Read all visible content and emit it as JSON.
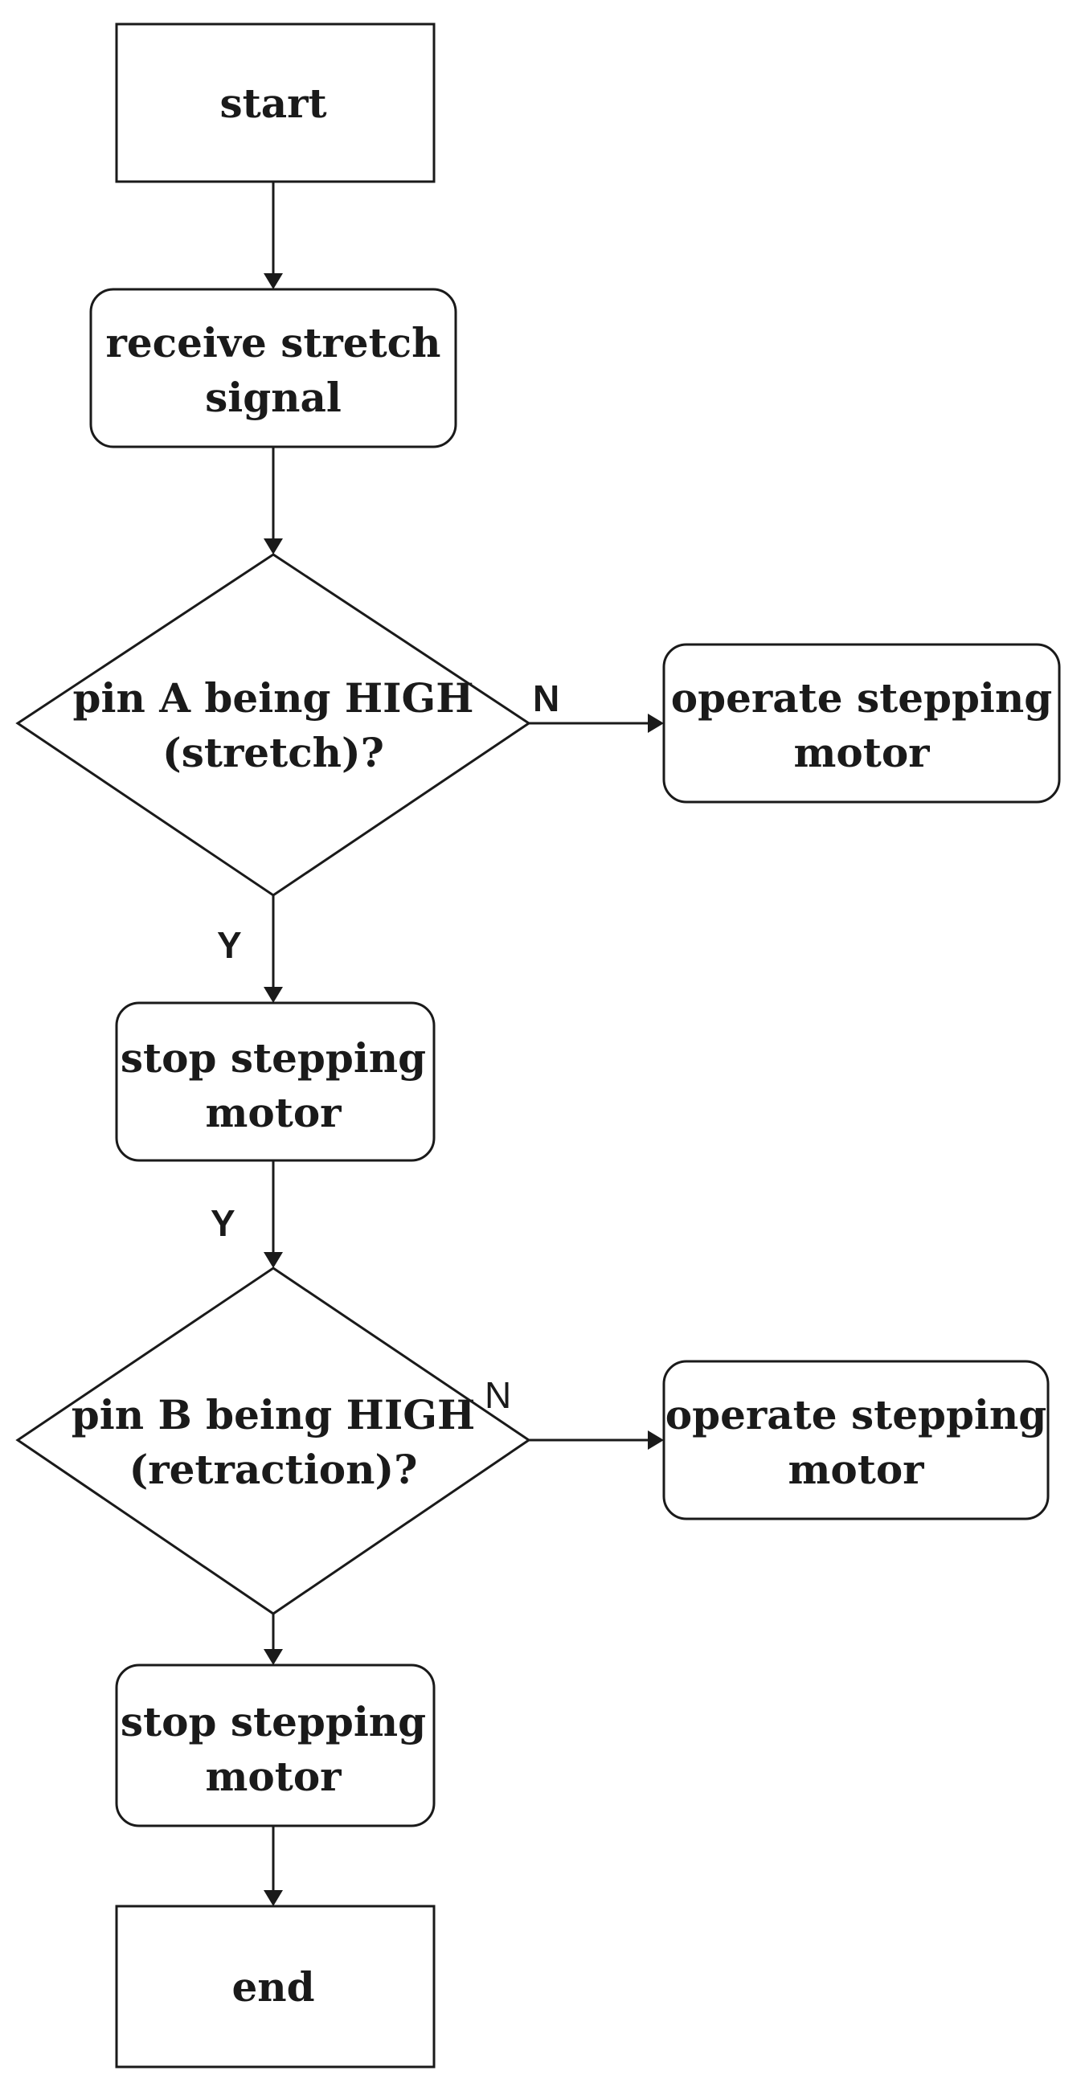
{
  "nodes": {
    "start": {
      "label": "start"
    },
    "receive": {
      "line1": "receive stretch",
      "line2": "signal"
    },
    "pinA": {
      "line1": "pin A being HIGH",
      "line2": "(stretch)?"
    },
    "operateA": {
      "line1": "operate stepping",
      "line2": "motor"
    },
    "stop1": {
      "line1": "stop stepping",
      "line2": "motor"
    },
    "pinB": {
      "line1": "pin B being HIGH",
      "line2": "(retraction)?"
    },
    "operateB": {
      "line1": "operate stepping",
      "line2": "motor"
    },
    "stop2": {
      "line1": "stop stepping",
      "line2": "motor"
    },
    "end": {
      "label": "end"
    }
  },
  "edge_labels": {
    "pinA_no": "N",
    "pinA_yes": "Y",
    "stop1_yes": "Y",
    "pinB_no": "N"
  },
  "colors": {
    "stroke": "#1a1a1a",
    "background": "#ffffff"
  }
}
